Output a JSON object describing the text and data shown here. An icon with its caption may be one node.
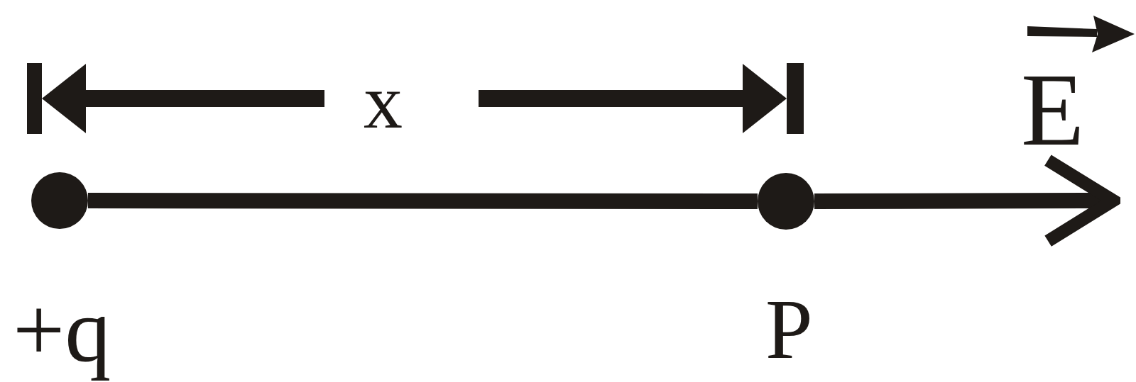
{
  "diagram": {
    "nodes": [
      {
        "text": [],
        "shape": "circle",
        "beside": [
          "+q"
        ]
      },
      {
        "text": [],
        "shape": "circle",
        "beside": [
          "P"
        ]
      }
    ],
    "edges": [
      {
        "from": 0,
        "to": 1,
        "arrow": "none"
      },
      {
        "from": 1,
        "to": null,
        "arrow": "to"
      }
    ],
    "labels": [
      "x",
      "E"
    ]
  }
}
